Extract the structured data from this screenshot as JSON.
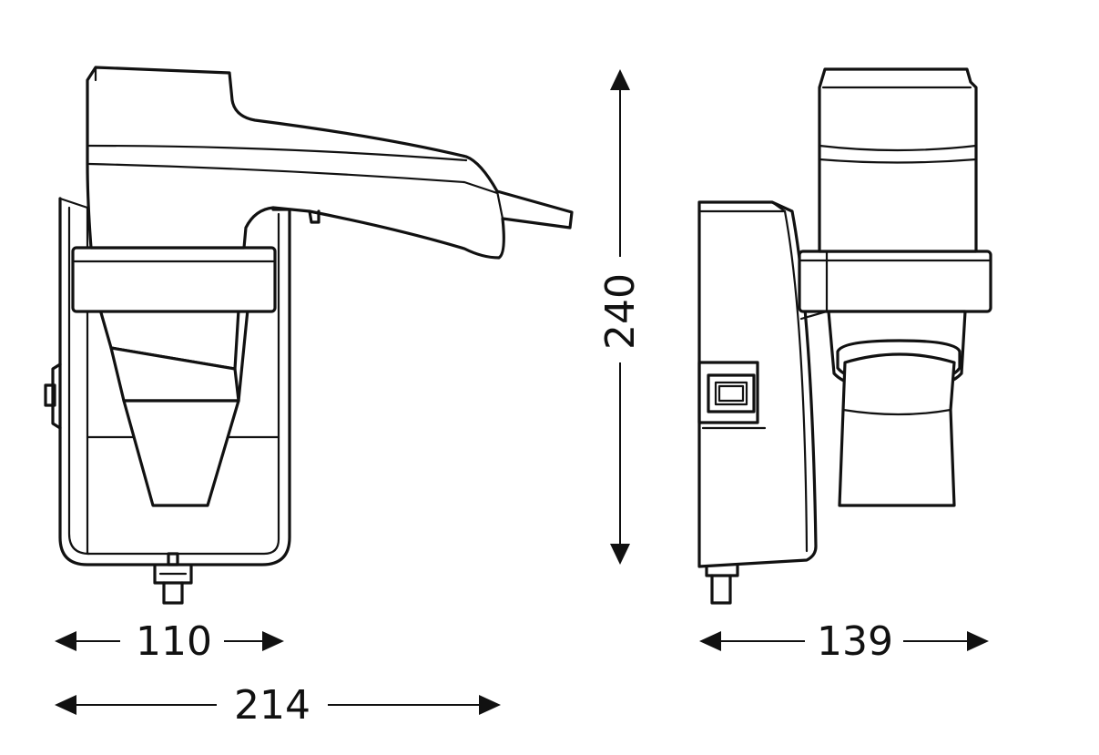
{
  "dimensions": {
    "front_body_width": "110",
    "front_total_width": "214",
    "height": "240",
    "side_depth": "139"
  },
  "colors": {
    "line": "#111111",
    "background": "#ffffff"
  }
}
